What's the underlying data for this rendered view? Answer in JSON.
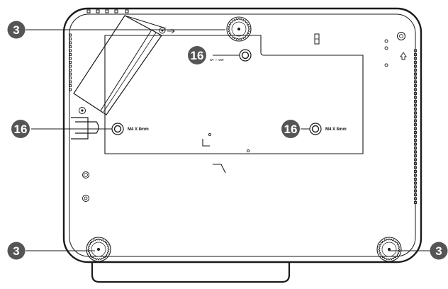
{
  "callouts": [
    {
      "id": "3-top",
      "number": "3"
    },
    {
      "id": "16-top",
      "number": "16"
    },
    {
      "id": "16-left",
      "number": "16"
    },
    {
      "id": "16-right",
      "number": "16"
    },
    {
      "id": "3-bottom-left",
      "number": "3"
    },
    {
      "id": "3-bottom-right",
      "number": "3"
    }
  ],
  "labels": {
    "screw_left": "M4 X 8mm",
    "screw_right": "M4 X 8mm"
  },
  "colors": {
    "callout_fill": "#555555",
    "outline": "#1a1a1a"
  }
}
